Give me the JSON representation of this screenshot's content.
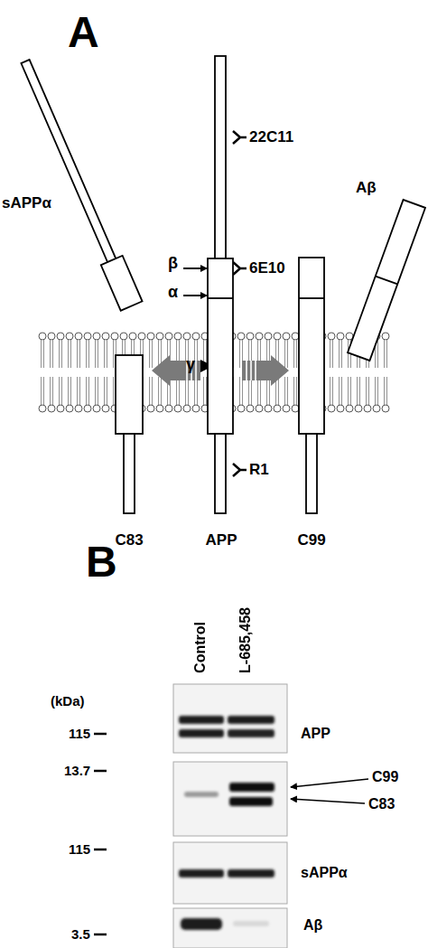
{
  "diagram": {
    "nodes": [
      {
        "text": [
          "sAPPα"
        ]
      },
      {
        "text": [
          "Aβ"
        ]
      },
      {
        "text": [
          "C83"
        ]
      },
      {
        "text": [
          "APP"
        ]
      },
      {
        "text": [
          "C99"
        ]
      }
    ],
    "edges": [
      {
        "from": 3,
        "to": 2,
        "arrow": "to"
      },
      {
        "from": 3,
        "to": 4,
        "arrow": "to"
      }
    ],
    "labels": [
      "A",
      "22C11",
      "β",
      "6E10",
      "α",
      "γ",
      "R1",
      "B",
      "Control",
      "L-685,458",
      "(kDa)",
      "115",
      "APP",
      "13.7",
      "C99",
      "C83",
      "115",
      "sAPPα",
      "3.5",
      "Aβ"
    ]
  }
}
